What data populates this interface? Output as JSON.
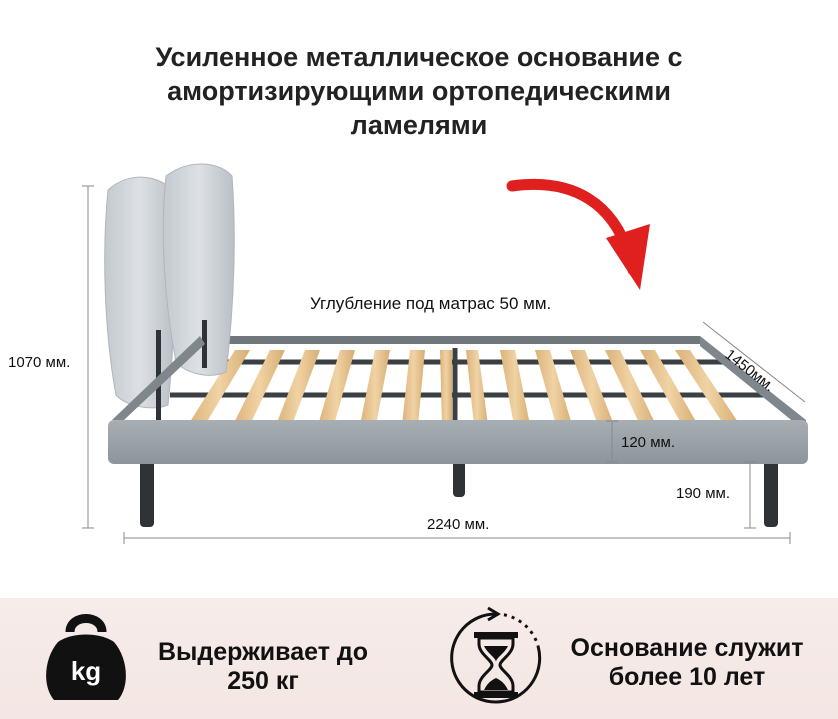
{
  "heading": {
    "line1": "Усиленное металлическое основание с",
    "line2": "амортизирующими ортопедическими",
    "line3": "ламелями"
  },
  "dimensions": {
    "height_total": "1070 мм.",
    "width": "1450мм.",
    "length": "2240 мм.",
    "frame_height": "120 мм.",
    "leg_height": "190 мм.",
    "mattress_recess": "Углубление под матрас 50 мм."
  },
  "features": {
    "load_line1": "Выдерживает до",
    "load_line2": "250 кг",
    "load_icon_text": "kg",
    "life_line1": "Основание служит",
    "life_line2": "более 10 лет"
  },
  "colors": {
    "frame": "#9aa3a9",
    "slat": "#e8c58f",
    "arrow": "#e0201f",
    "band": "#f5e9e6"
  }
}
